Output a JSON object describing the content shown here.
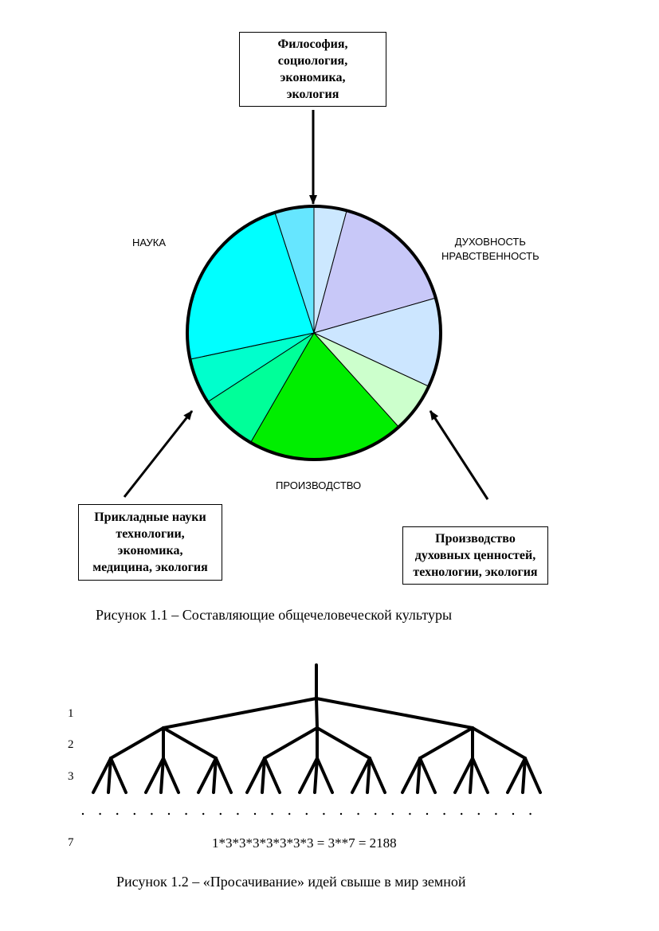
{
  "figure1": {
    "top_box": "Философия,\nсоциология,\nэкономика,\nэкология",
    "left_box": "Прикладные науки\nтехнологии,\nэкономика,\nмедицина, экология",
    "right_box": "Производство\nдуховных ценностей,\nтехнологии, экология",
    "label_science": "НАУКА",
    "label_spirituality": "ДУХОВНОСТЬ\nНРАВСТВЕННОСТЬ",
    "label_production": "ПРОИЗВОДСТВО",
    "caption": "Рисунок 1.1 – Составляющие общечеловеческой культуры",
    "pie_colors": [
      "#cce8ff",
      "#c8c8f8",
      "#cce6ff",
      "#ccffcc",
      "#00ee00",
      "#00ff99",
      "#00ffcc",
      "#00ffff",
      "#66e6ff"
    ]
  },
  "figure2": {
    "level_labels": [
      "1",
      "2",
      "3",
      "7"
    ],
    "formula": "1*3*3*3*3*3*3*3 = 3**7 = 2188",
    "caption": "Рисунок 1.2 – «Просачивание» идей свыше в мир земной"
  }
}
